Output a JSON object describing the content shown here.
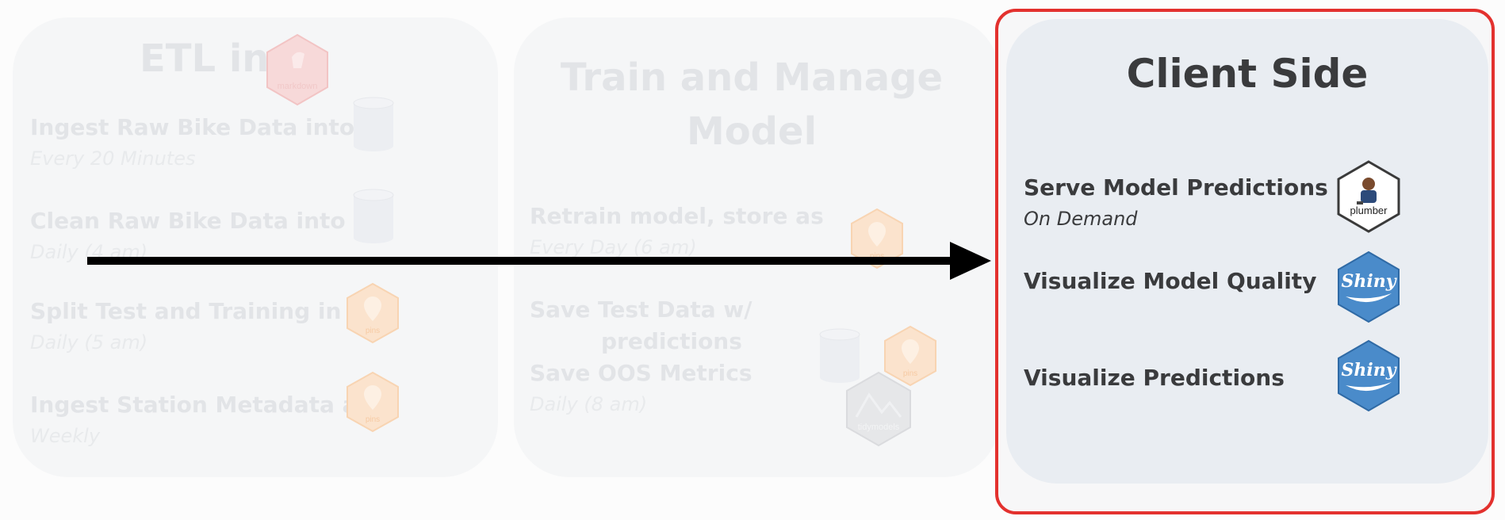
{
  "etl": {
    "title": "ETL in",
    "logo": "markdown",
    "steps": [
      {
        "title": "Ingest Raw Bike Data into",
        "sub": "Every 20 Minutes"
      },
      {
        "title": "Clean Raw Bike Data into",
        "sub": "Daily (4 am)"
      },
      {
        "title": "Split Test and Training in a",
        "sub": "Daily (5 am)"
      },
      {
        "title": "Ingest Station Metadata as",
        "sub": "Weekly"
      }
    ]
  },
  "train": {
    "title_line1": "Train and Manage",
    "title_line2": "Model",
    "steps": [
      {
        "title": "Retrain model, store as",
        "sub": "Every Day (6 am)"
      },
      {
        "title": "Save Test Data w/",
        "title_line2": "predictions"
      },
      {
        "title": "Save OOS Metrics",
        "sub": "Daily (8 am)"
      }
    ],
    "hex_labels": {
      "pins": "pins",
      "tidymodels": "tidymodels"
    }
  },
  "client": {
    "title": "Client Side",
    "steps": [
      {
        "title": "Serve Model Predictions",
        "sub": "On Demand",
        "logo": "plumber"
      },
      {
        "title": "Visualize Model Quality",
        "logo": "Shiny"
      },
      {
        "title": "Visualize Predictions",
        "logo": "Shiny"
      }
    ]
  },
  "colors": {
    "highlight_border": "#e3312e",
    "shiny_blue": "#4a8bca",
    "pins_orange": "#f6a15b",
    "rmarkdown_red": "#e34a4a"
  }
}
